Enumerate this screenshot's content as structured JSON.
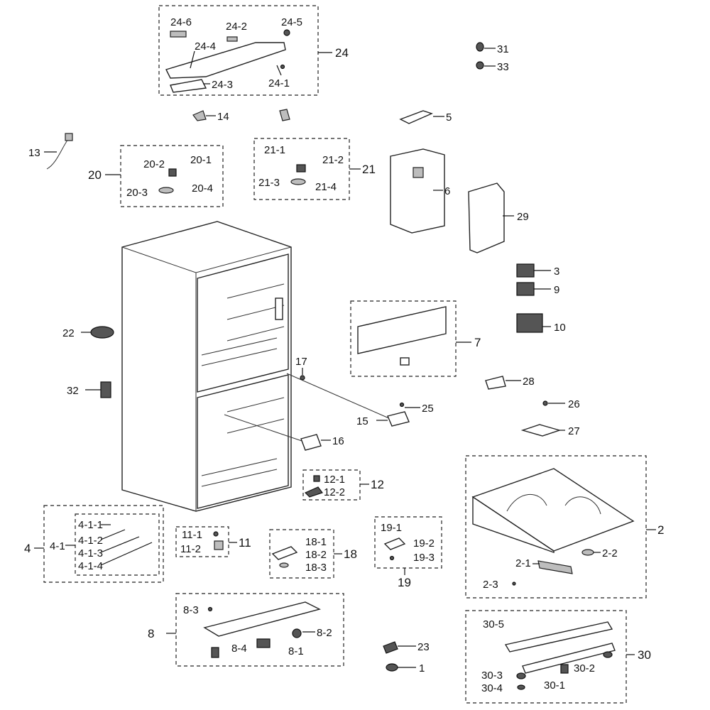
{
  "labels": {
    "l1": "1",
    "l2": "2",
    "l2_1": "2-1",
    "l2_2": "2-2",
    "l2_3": "2-3",
    "l3": "3",
    "l4": "4",
    "l4_1": "4-1",
    "l4_1_1": "4-1-1",
    "l4_1_2": "4-1-2",
    "l4_1_3": "4-1-3",
    "l4_1_4": "4-1-4",
    "l5": "5",
    "l6": "6",
    "l7": "7",
    "l8": "8",
    "l8_1": "8-1",
    "l8_2": "8-2",
    "l8_3": "8-3",
    "l8_4": "8-4",
    "l9": "9",
    "l10": "10",
    "l11": "11",
    "l11_1": "11-1",
    "l11_2": "11-2",
    "l12": "12",
    "l12_1": "12-1",
    "l12_2": "12-2",
    "l13": "13",
    "l14": "14",
    "l15": "15",
    "l16": "16",
    "l17": "17",
    "l18": "18",
    "l18_1": "18-1",
    "l18_2": "18-2",
    "l18_3": "18-3",
    "l19": "19",
    "l19_1": "19-1",
    "l19_2": "19-2",
    "l19_3": "19-3",
    "l20": "20",
    "l20_1": "20-1",
    "l20_2": "20-2",
    "l20_3": "20-3",
    "l20_4": "20-4",
    "l21": "21",
    "l21_1": "21-1",
    "l21_2": "21-2",
    "l21_3": "21-3",
    "l21_4": "21-4",
    "l22": "22",
    "l23": "23",
    "l24": "24",
    "l24_1": "24-1",
    "l24_2": "24-2",
    "l24_3": "24-3",
    "l24_4": "24-4",
    "l24_5": "24-5",
    "l24_6": "24-6",
    "l25": "25",
    "l26": "26",
    "l27": "27",
    "l28": "28",
    "l29": "29",
    "l30": "30",
    "l30_1": "30-1",
    "l30_2": "30-2",
    "l30_3": "30-3",
    "l30_4": "30-4",
    "l30_5": "30-5",
    "l31": "31",
    "l32": "32",
    "l33": "33"
  },
  "colors": {
    "line": "#111111",
    "fill_gray": "#bdbdbd",
    "fill_dark": "#555555",
    "background": "#ffffff"
  }
}
